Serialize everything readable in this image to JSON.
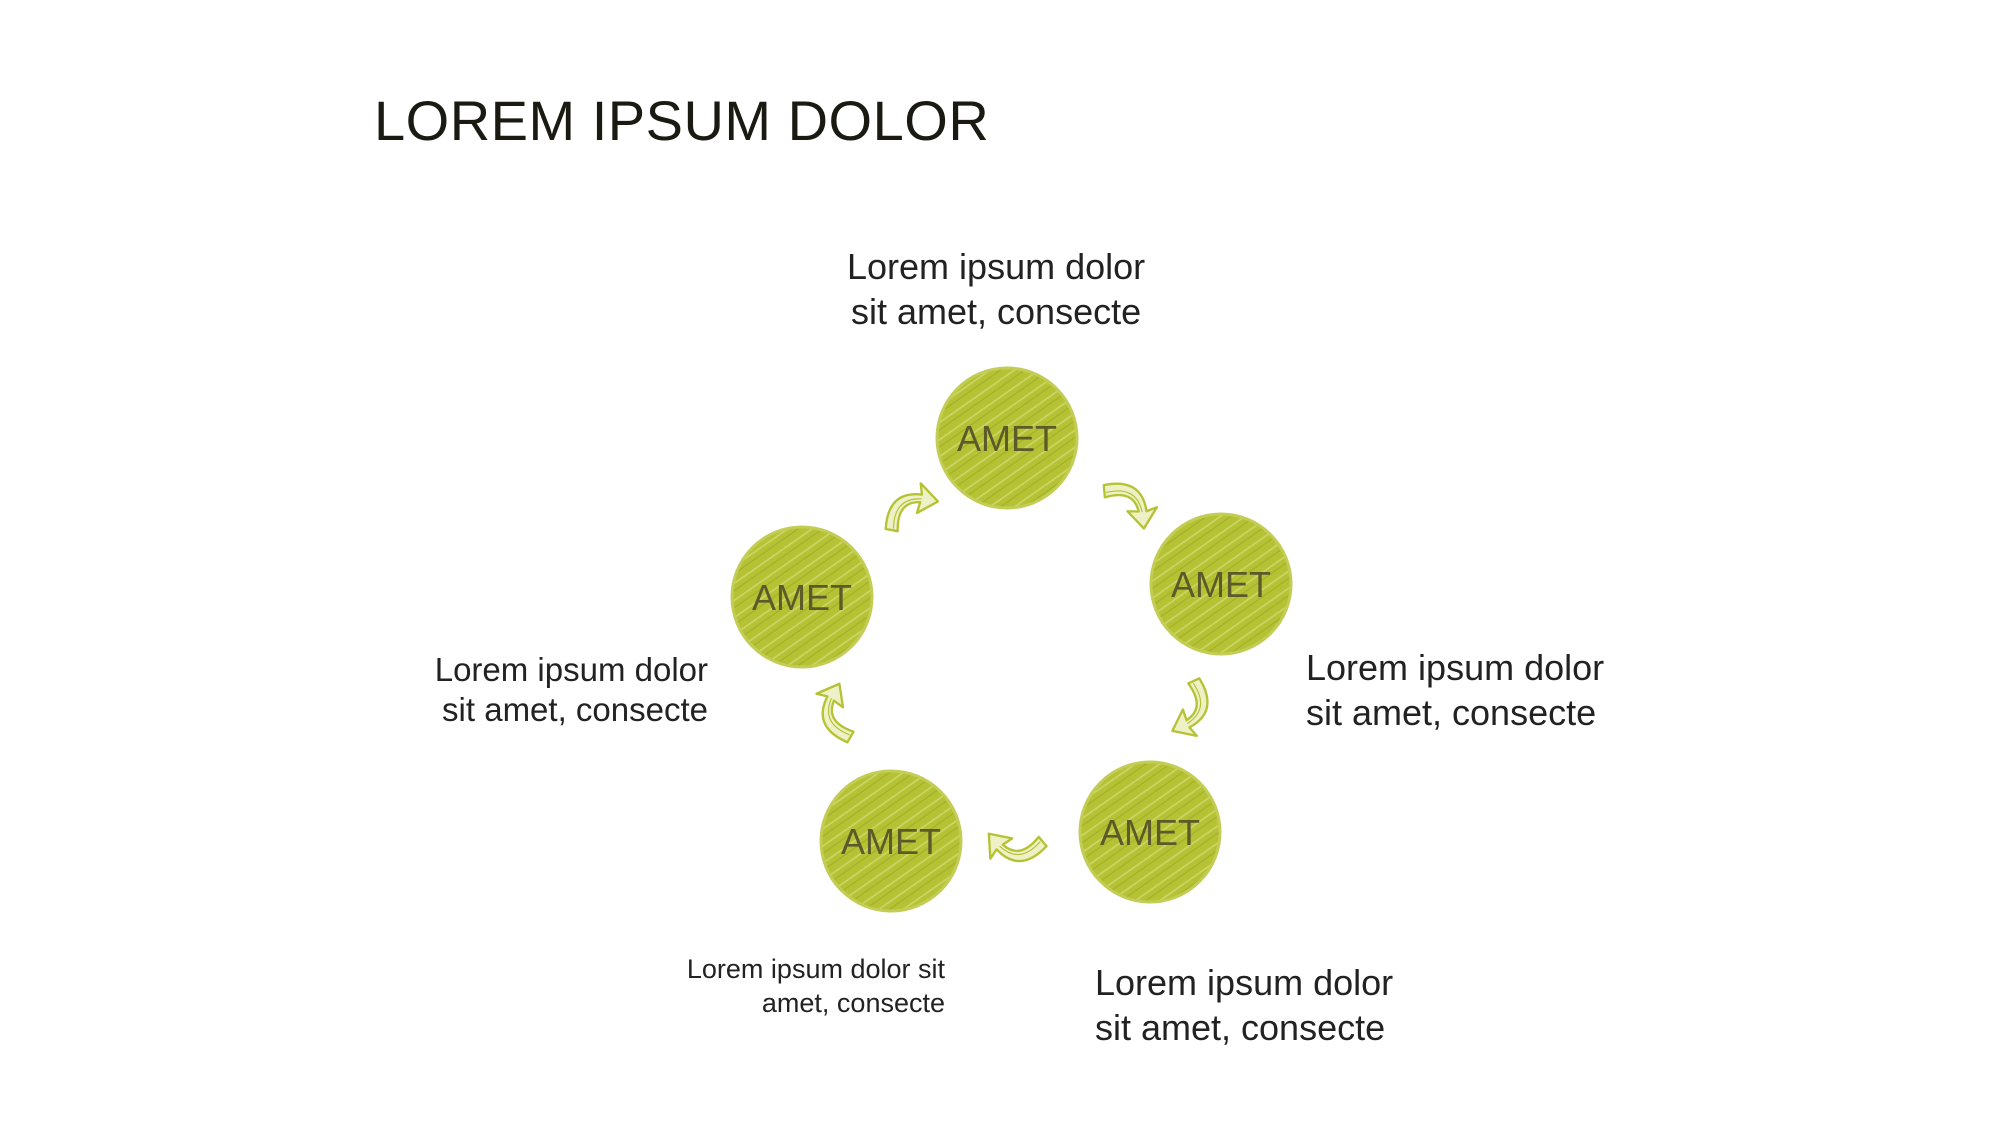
{
  "title": "LOREM IPSUM DOLOR",
  "colors": {
    "node_fill": "#b5c234",
    "node_scribble": "#d4dc7a",
    "arrow": "#b5c234",
    "label": "#5c5a2a"
  },
  "nodes": [
    {
      "label": "AMET"
    },
    {
      "label": "AMET"
    },
    {
      "label": "AMET"
    },
    {
      "label": "AMET"
    },
    {
      "label": "AMET"
    }
  ],
  "captions": [
    {
      "line1": "Lorem ipsum dolor",
      "line2": "sit amet, consecte"
    },
    {
      "line1": "Lorem ipsum dolor",
      "line2": "sit amet, consecte"
    },
    {
      "line1": "Lorem ipsum dolor",
      "line2": "sit amet, consecte"
    },
    {
      "line1": "Lorem ipsum dolor sit",
      "line2": "amet, consecte"
    },
    {
      "line1": "Lorem ipsum dolor",
      "line2": "sit amet, consecte"
    }
  ],
  "arrow_icon": "curved-arrow-icon"
}
